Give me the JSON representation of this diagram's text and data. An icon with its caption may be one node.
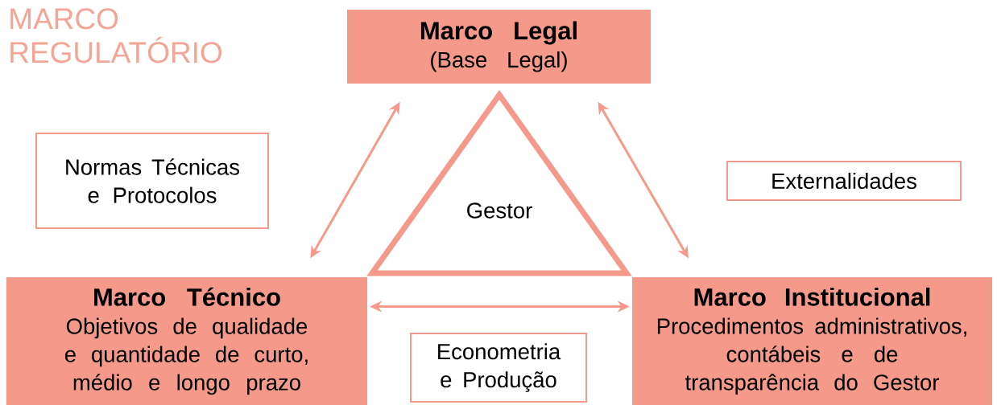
{
  "diagram": {
    "title": "MARCO REGULATÓRIO",
    "nodes": [
      {
        "text": [
          "Marco Legal",
          "(Base Legal)"
        ]
      },
      {
        "text": [
          "Gestor"
        ]
      },
      {
        "text": [
          "Marco Técnico",
          "Objetivos de qualidade e quantidade de curto, médio e longo prazo"
        ]
      },
      {
        "text": [
          "Marco Institucional",
          "Procedimentos administrativos, contábeis e de transparência do Gestor"
        ]
      },
      {
        "text": [
          "Normas Técnicas e Protocolos"
        ]
      },
      {
        "text": [
          "Externalidades"
        ]
      },
      {
        "text": [
          "Econometria e Produção"
        ]
      }
    ],
    "edges": [
      {
        "from": 0,
        "to": 2,
        "arrow": "both"
      },
      {
        "from": 0,
        "to": 3,
        "arrow": "both"
      },
      {
        "from": 2,
        "to": 3,
        "arrow": "both"
      }
    ]
  }
}
